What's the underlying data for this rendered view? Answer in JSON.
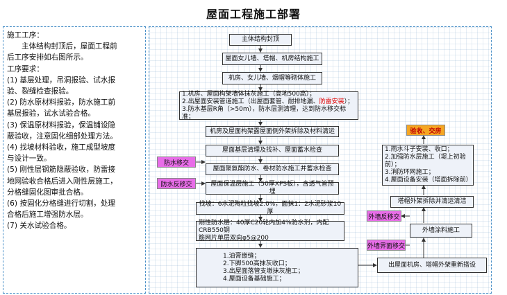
{
  "title": "屋面工程施工部署",
  "left_panel": {
    "lines": [
      "施工工序：",
      "主体结构封顶后，屋面工程前",
      "后工序安排如右图所示。",
      "工序要求：",
      "(1) 基层处理，吊洞报验、试水报",
      "验、裂缝检查报验。",
      "(2) 防水原材料报验，防水施工前",
      "基层报验，试水试验合格。",
      "(3) 保温原材料报验，保温铺设隐",
      "蔽验收，注意固化细部处理方法。",
      "(4) 找坡材料验收，施工成型坡度",
      "与设计一致。",
      "(5) 刚性层钢筋隐蔽验收，防雷接",
      "地网验收合格后进入刚性层施工，",
      "分格缝固化图审批合格。",
      "(6) 按固化分格缝进行切割，处理",
      "合格后施工增强防水层。",
      "(7) 关水试验合格。"
    ]
  },
  "flow": {
    "b1": "主体结构封顶",
    "b2": "屋面女儿墙、塔帽、机房结构施工",
    "b3": "机房、女儿墙、烟帽等砌体施工",
    "b4": {
      "l1": "1.机房、屋面构架墙体抹灰施工（高地500高）；",
      "l2a": "2.出屋面安装管道施工（出屋面套管、耐排地漏、",
      "l2b": "防雷安装",
      "l2c": "）；",
      "l3": "3.防水基层R角（>50m），防水层测清理，达到防水移交标准；"
    },
    "b5": "机房及屋面构架露屋面侧外架拆除及材料清运",
    "b6": "屋面基层清理及找补、屋面蓄水检查",
    "b7": "屋面聚氨酯防水、卷材防水施工并蓄水检查",
    "b8": "屋面保温层施工（50厚XPS板），含透气管预埋",
    "b9": "找坡：6水泥陶粒找坡2.0%，面抹1：2水泥砂浆10厚",
    "b10": {
      "l1": "刚性防水层：40厚C20轮内加4%防水剂，内配CRB550钢",
      "l2": "筋网片单层双向φ5@200"
    },
    "b11": {
      "l1": "1.油膏嵌缝；",
      "l2": "2.下脚500高抹灰收口；",
      "l3": "3.出屋面落管支墩抹灰施工；",
      "l4": "4.屋面设备基础施工；"
    },
    "r1": "出屋面机房、塔帽外架重新搭设",
    "r2": "外墙涂料施工",
    "r3": "塔帽外架拆除并清运清洁",
    "r4": {
      "l1": "1.雨水斗子安装、收口；",
      "l2": "2.加强防水层施工（堤上初验前）；",
      "l3": "3.消防环网施工；",
      "l4": "4.屋面设备安装（塔面拆除前）"
    },
    "final": "验收、交房",
    "tags": {
      "t1": "防水移交",
      "t2": "防水反移交",
      "t3": "外墙反移交",
      "t4": "外墙界面移交"
    }
  }
}
